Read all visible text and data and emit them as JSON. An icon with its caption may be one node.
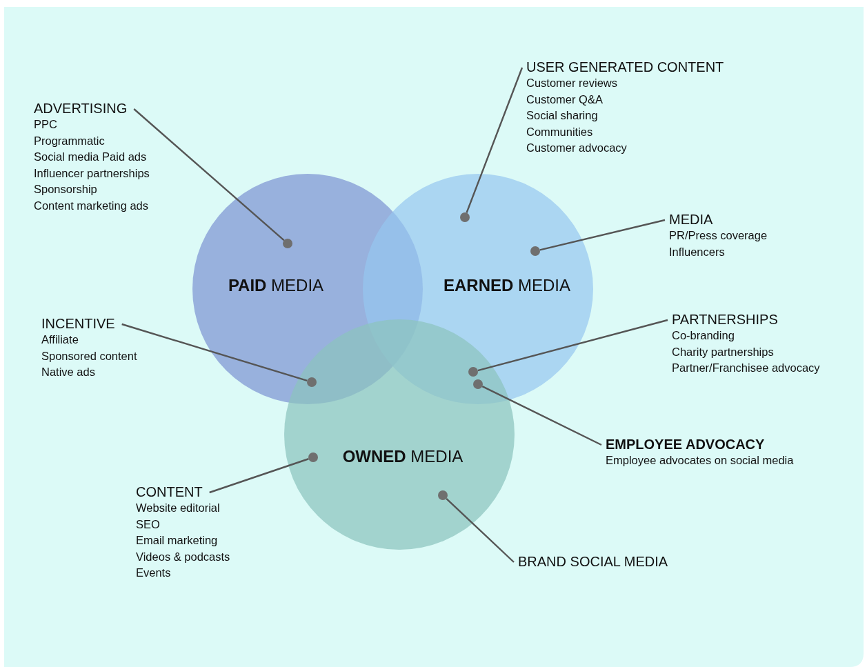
{
  "diagram": {
    "nodes": [
      {
        "text": [
          "ADVERTISING",
          "PPC",
          "Programmatic",
          "Social media Paid ads",
          "Influencer partnerships",
          "Sponsorship",
          "Content marketing ads"
        ]
      },
      {
        "text": [
          "USER GENERATED CONTENT",
          "Customer reviews",
          "Customer Q&A",
          "Social sharing",
          "Communities",
          "Customer advocacy"
        ]
      },
      {
        "text": [
          "**PAID** MEDIA"
        ]
      },
      {
        "text": [],
        "shape": "circle",
        "in": 2
      },
      {
        "text": [
          "**EARNED** MEDIA"
        ]
      },
      {
        "text": [],
        "shape": "circle",
        "in": 4
      },
      {
        "text": [
          "MEDIA",
          "PR/Press coverage",
          "Influencers"
        ]
      },
      {
        "text": [],
        "shape": "circle",
        "in": 4
      },
      {
        "text": [
          "INCENTIVE",
          "Affiliate",
          "Sponsored content",
          "Native ads"
        ]
      },
      {
        "text": [],
        "shape": "circle"
      },
      {
        "text": [
          "PARTNERSHIPS",
          "Co-branding",
          "Charity partnerships",
          "Partner/Franchisee advocacy"
        ]
      },
      {
        "text": [],
        "shape": "circle"
      },
      {
        "text": [],
        "shape": "circle"
      },
      {
        "text": [
          "**OWNED** MEDIA"
        ]
      },
      {
        "text": [
          "EMPLOYEE ADVOCACY",
          "Employee advocates on social media"
        ]
      },
      {
        "text": [
          "CONTENT",
          "Website editorial",
          "SEO",
          "Email marketing",
          "Videos & podcasts",
          "Events"
        ]
      },
      {
        "text": [],
        "shape": "circle",
        "in": 13
      },
      {
        "text": [],
        "shape": "circle",
        "in": 13
      },
      {
        "text": [
          "BRAND SOCIAL MEDIA"
        ]
      }
    ],
    "edges": [
      {
        "from": 0,
        "to": 3,
        "arrow": "none"
      },
      {
        "from": 1,
        "to": 5,
        "arrow": "none"
      },
      {
        "from": 6,
        "to": 7,
        "arrow": "none"
      },
      {
        "from": 8,
        "to": 9,
        "arrow": "none"
      },
      {
        "from": 10,
        "to": 11,
        "arrow": "none"
      },
      {
        "from": 14,
        "to": 12,
        "arrow": "none"
      },
      {
        "from": 15,
        "to": 16,
        "arrow": "none"
      },
      {
        "from": 18,
        "to": 17,
        "arrow": "none"
      }
    ]
  }
}
